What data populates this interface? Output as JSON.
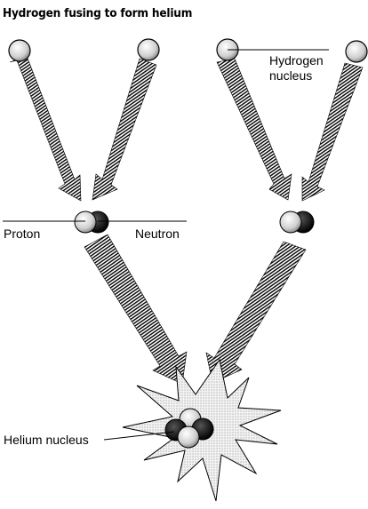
{
  "title": "Hydrogen fusing to form helium",
  "labels": {
    "hydrogen_nucleus_line1": "Hydrogen",
    "hydrogen_nucleus_line2": "nucleus",
    "proton": "Proton",
    "neutron": "Neutron",
    "helium_nucleus": "Helium nucleus"
  },
  "colors": {
    "ink": "#000000",
    "proton_fill": "#d8d8d8",
    "neutron_fill": "#111111",
    "arrow_hatch": "#000000",
    "burst_fill": "#e4e4e4"
  }
}
